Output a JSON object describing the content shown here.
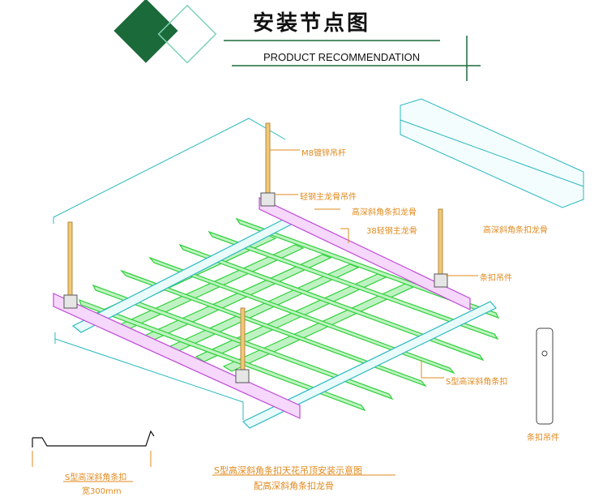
{
  "header": {
    "title": "安装节点图",
    "subtitle": "PRODUCT RECOMMENDATION"
  },
  "colors": {
    "header_green_dark": "#1b6a3a",
    "header_green_light": "#7fd3b4",
    "leader": "#e08a1e",
    "cyan_line": "#2cb8c0",
    "green_strip": "#2fd13a",
    "purple": "#c04ad8",
    "rod": "#f0c878"
  },
  "labels": {
    "rod": "M8镀锌吊杆",
    "main_keel_hanger": "轻钢主龙骨吊件",
    "carrier_keel": "高深斜角条扣龙骨",
    "main_keel": "38轻钢主龙骨",
    "detail_carrier_keel": "高深斜角条扣龙骨",
    "strip_hanger": "条扣吊件",
    "strip": "S型高深斜角条扣",
    "detail_strip_hanger": "条扣吊件"
  },
  "profile": {
    "name": "S型高深斜角条扣",
    "width": "宽300mm"
  },
  "caption": {
    "line1": "S型高深斜角条扣天花吊顶安装示意图",
    "line2": "配高深斜角条扣龙骨"
  }
}
